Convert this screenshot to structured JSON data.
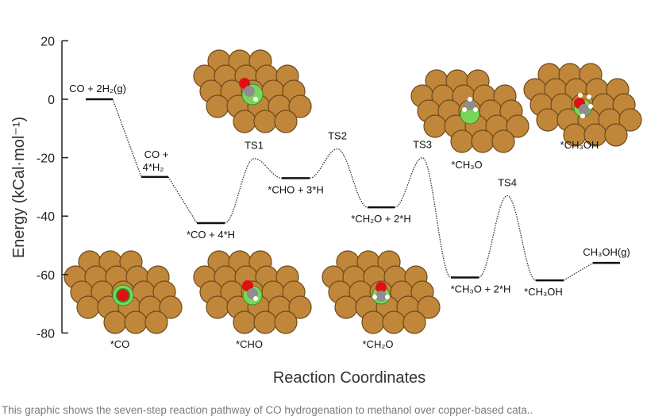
{
  "chart_data": {
    "type": "line",
    "subtype": "reaction-energy-profile",
    "title": "",
    "xlabel": "Reaction Coordinates",
    "ylabel": "Energy (kCal·mol⁻¹)",
    "ylim": [
      -80,
      20
    ],
    "yticks": [
      "20",
      "0",
      "-20",
      "-40",
      "-60",
      "-80"
    ],
    "ytick_values": [
      20,
      0,
      -20,
      -40,
      -60,
      -80
    ],
    "grid": false,
    "states": [
      {
        "label": "CO + 2H₂(g)",
        "energy": 0,
        "kind": "level",
        "label_pos": "above"
      },
      {
        "label": "CO + 4*H₂",
        "energy": -26.6,
        "kind": "level",
        "label_pos": "above"
      },
      {
        "label": "*CO + 4*H",
        "energy": -42.4,
        "kind": "level",
        "label_pos": "below"
      },
      {
        "label": "TS1",
        "energy": -20.3,
        "kind": "ts",
        "label_pos": "above"
      },
      {
        "label": "*CHO + 3*H",
        "energy": -27,
        "kind": "level",
        "label_pos": "below"
      },
      {
        "label": "TS2",
        "energy": -17,
        "kind": "ts",
        "label_pos": "above"
      },
      {
        "label": "*CH₂O + 2*H",
        "energy": -37,
        "kind": "level",
        "label_pos": "below"
      },
      {
        "label": "TS3",
        "energy": -20,
        "kind": "ts",
        "label_pos": "above"
      },
      {
        "label": "*CH₃O + 2*H",
        "energy": -61,
        "kind": "level",
        "label_pos": "below"
      },
      {
        "label": "TS4",
        "energy": -33,
        "kind": "ts",
        "label_pos": "above"
      },
      {
        "label": "*CH₃OH",
        "energy": -62,
        "kind": "level",
        "label_pos": "below"
      },
      {
        "label": "CH₃OH(g)",
        "energy": -56,
        "kind": "level",
        "label_pos": "above"
      }
    ],
    "structure_images": [
      {
        "label": "*CO",
        "adsorbate": "CO"
      },
      {
        "label": "*CHO",
        "adsorbate": "CHO"
      },
      {
        "label": "*CH₂O",
        "adsorbate": "CH2O"
      },
      {
        "label": "",
        "adsorbate": "TS1"
      },
      {
        "label": "*CH₃O",
        "adsorbate": "CH3O"
      },
      {
        "label": "*CH₃OH",
        "adsorbate": "CH3OH"
      }
    ]
  },
  "caption": "This graphic shows the seven-step reaction pathway of CO hydrogenation to methanol over copper-based cata..",
  "colors": {
    "copper": "#c0873a",
    "copper_edge": "#6e4a1c",
    "oxygen": "#e01010",
    "carbon": "#8e8e8e",
    "hydrogen": "#ffffff",
    "site": "#7ad65a",
    "axis": "#222222"
  }
}
